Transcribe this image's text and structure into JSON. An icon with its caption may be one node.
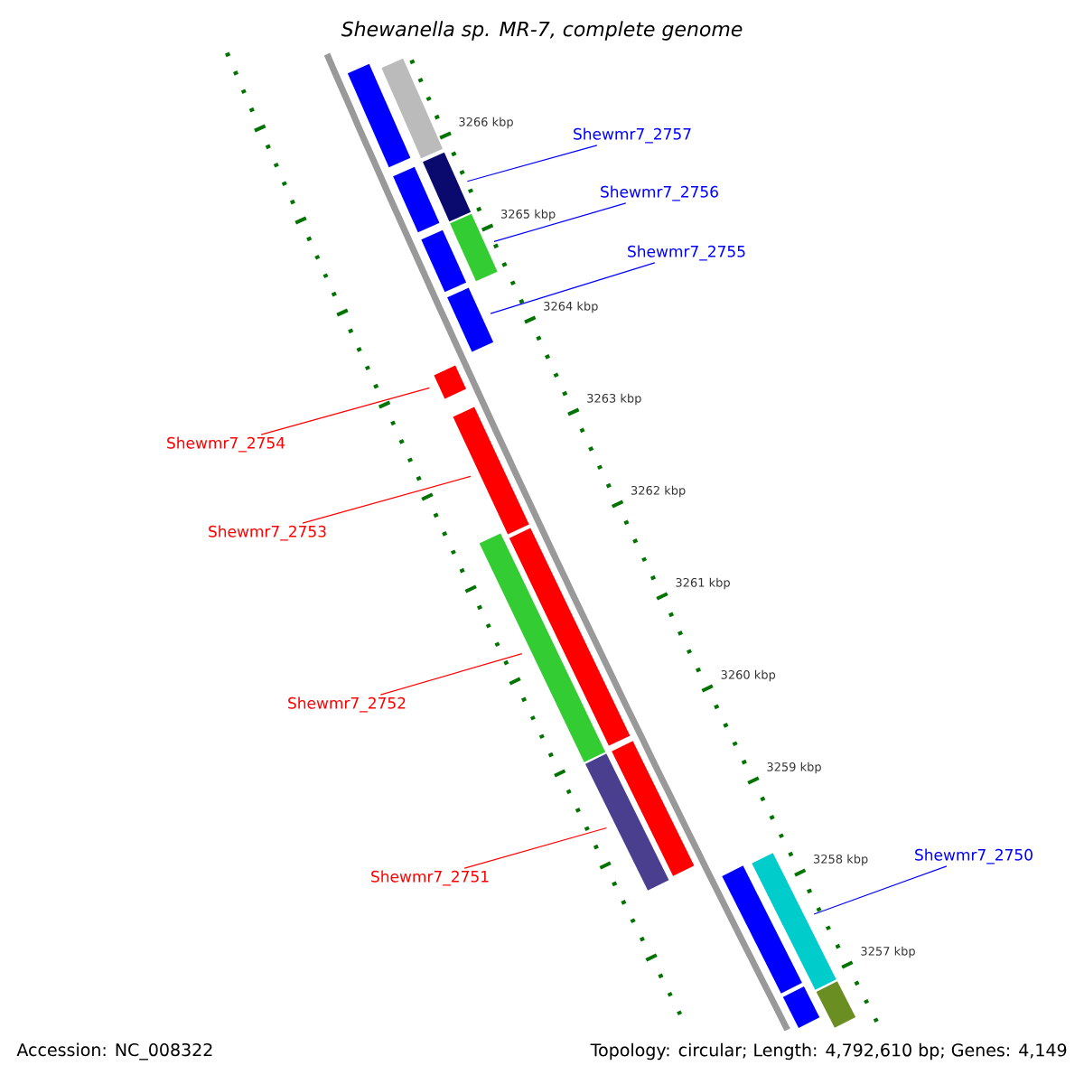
{
  "diagram": {
    "title": "Shewanella sp. MR-7, complete genome",
    "nodes": [
      {
        "text": [
          "Shewmr7_2757"
        ]
      },
      {
        "text": [],
        "shape": "bar"
      },
      {
        "text": [
          "Shewmr7_2756"
        ]
      },
      {
        "text": [],
        "shape": "bar"
      },
      {
        "text": [
          "Shewmr7_2755"
        ]
      },
      {
        "text": [],
        "shape": "bar"
      },
      {
        "text": [
          "Shewmr7_2754"
        ]
      },
      {
        "text": [],
        "shape": "bar"
      },
      {
        "text": [
          "Shewmr7_2753"
        ]
      },
      {
        "text": [],
        "shape": "bar"
      },
      {
        "text": [
          "Shewmr7_2752"
        ]
      },
      {
        "text": [],
        "shape": "bar"
      },
      {
        "text": [
          "Shewmr7_2751"
        ]
      },
      {
        "text": [],
        "shape": "bar"
      },
      {
        "text": [
          "Shewmr7_2750"
        ]
      },
      {
        "text": [],
        "shape": "bar"
      },
      {
        "text": [],
        "shape": "bar"
      },
      {
        "text": [],
        "shape": "bar"
      },
      {
        "text": [],
        "shape": "bar"
      },
      {
        "text": [],
        "shape": "bar"
      },
      {
        "text": [],
        "shape": "bar"
      },
      {
        "text": [],
        "shape": "bar"
      },
      {
        "text": [],
        "shape": "bar"
      },
      {
        "text": [],
        "shape": "bar"
      },
      {
        "text": [],
        "shape": "bar"
      }
    ],
    "edges": [
      {
        "from": 0,
        "to": 1,
        "arrow": "none",
        "color": "#0000ff"
      },
      {
        "from": 2,
        "to": 3,
        "arrow": "none",
        "color": "#0000ff"
      },
      {
        "from": 4,
        "to": 5,
        "arrow": "none",
        "color": "#0000ff"
      },
      {
        "from": 6,
        "to": 7,
        "arrow": "none",
        "color": "#ff0000"
      },
      {
        "from": 8,
        "to": 9,
        "arrow": "none",
        "color": "#ff0000"
      },
      {
        "from": 10,
        "to": 11,
        "arrow": "none",
        "color": "#ff0000"
      },
      {
        "from": 12,
        "to": 13,
        "arrow": "none",
        "color": "#ff0000"
      },
      {
        "from": 14,
        "to": 15,
        "arrow": "none",
        "color": "#0000ff"
      }
    ],
    "labels": [
      "3266 kbp",
      "3265 kbp",
      "3264 kbp",
      "3263 kbp",
      "3262 kbp",
      "3261 kbp",
      "3260 kbp",
      "3259 kbp",
      "3258 kbp",
      "3257 kbp",
      "Accession: NC_008322",
      "Topology: circular; Length: 4,792,610 bp; Genes: 4,149"
    ]
  }
}
